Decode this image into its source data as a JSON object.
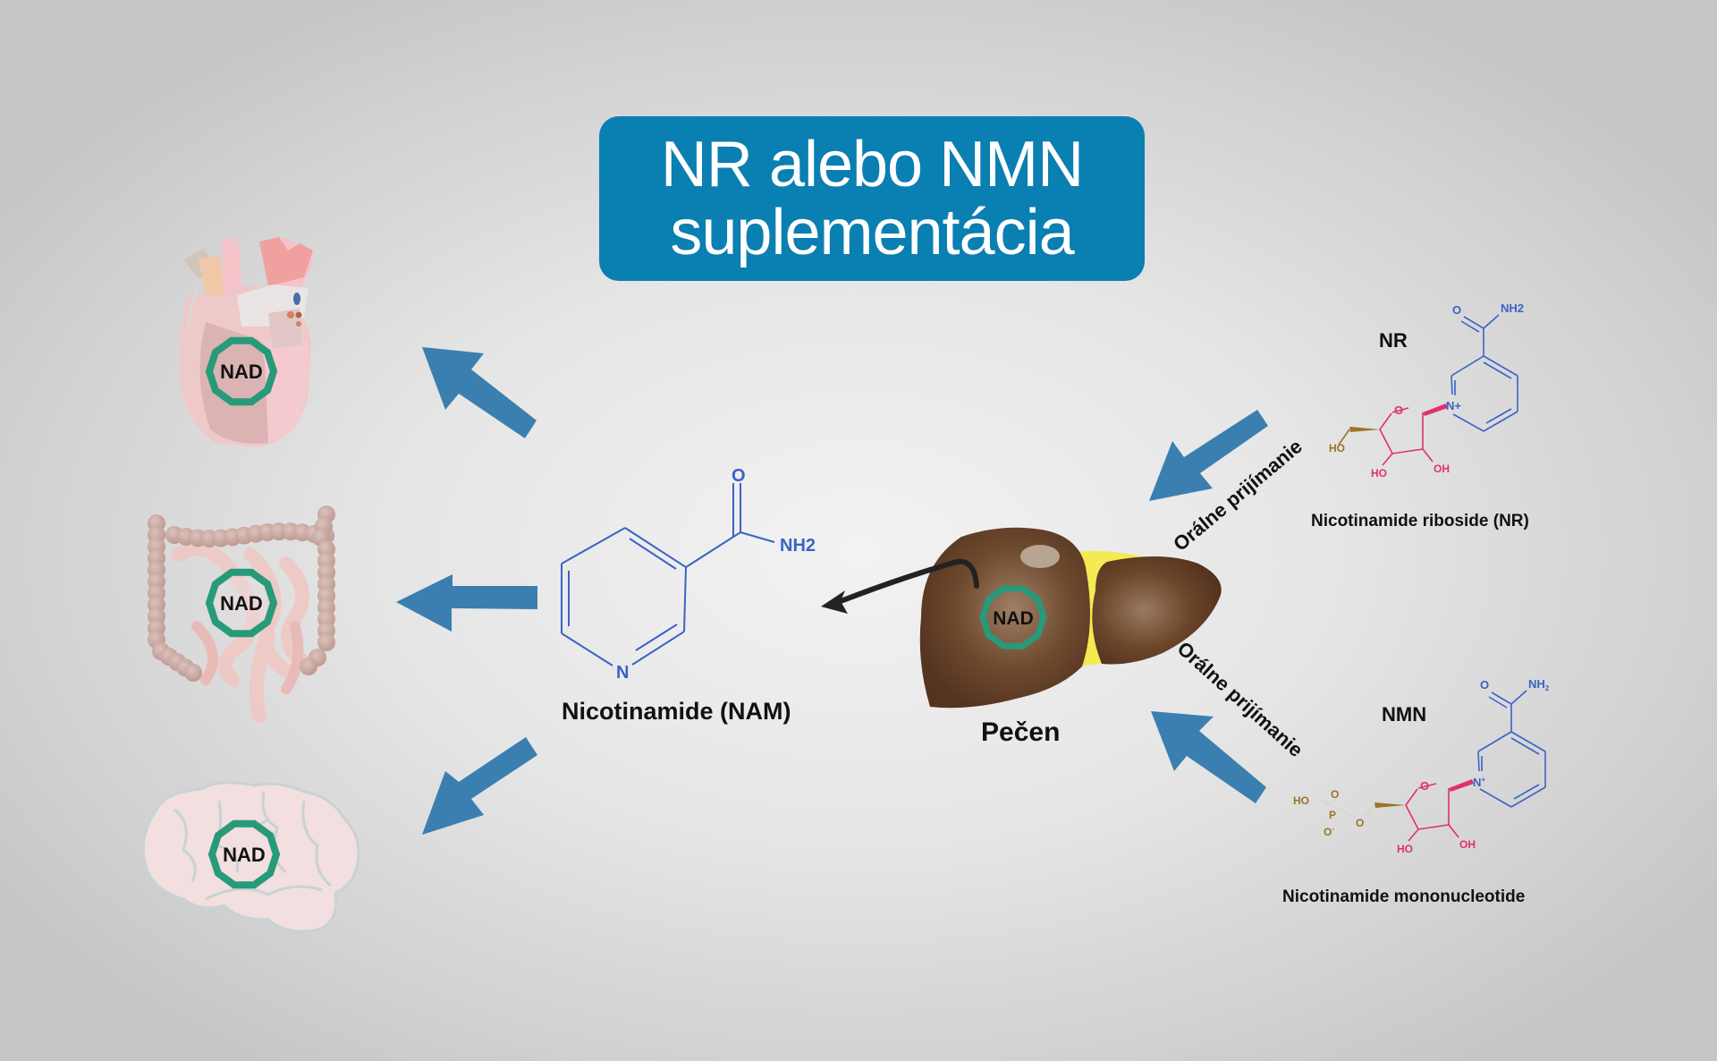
{
  "title": {
    "line1": "NR alebo NMN",
    "line2": "suplementácia"
  },
  "colors": {
    "title_bg": "#0a7fb1",
    "arrow_blue": "#3a7fb0",
    "nad_ring": "#279a7a",
    "molecule_blue": "#3a63c4",
    "ribose_pink": "#e0306f",
    "phosphate_gold": "#9a7327",
    "liver_brown": "#5e3a1f",
    "gallbladder_yellow": "#f4ea52"
  },
  "organs": {
    "heart": {
      "nad_label": "NAD"
    },
    "intestine": {
      "nad_label": "NAD"
    },
    "brain": {
      "nad_label": "NAD"
    },
    "liver": {
      "nad_label": "NAD",
      "label": "Pečen"
    }
  },
  "nam": {
    "label": "Nicotinamide (NAM)",
    "atom_o": "O",
    "atom_nh2": "NH2",
    "atom_n": "N"
  },
  "nr": {
    "short": "NR",
    "label": "Nicotinamide riboside (NR)",
    "atoms": {
      "o": "O",
      "nh2": "NH2",
      "n_plus": "N+",
      "ring_o": "O",
      "ho1": "HO",
      "ho2": "HO",
      "oh": "OH"
    }
  },
  "nmn": {
    "short": "NMN",
    "label": "Nicotinamide mononucleotide",
    "atoms": {
      "o": "O",
      "nh2": "NH",
      "nh2_sub": "2",
      "n_plus": "N",
      "n_sup": "+",
      "ring_o": "O",
      "ho": "HO",
      "oh": "OH",
      "p_ho": "HO",
      "p": "P",
      "p_o": "O",
      "p_o_minus": "O",
      "p_minus": "-",
      "link_o": "O"
    }
  },
  "oral_intake": {
    "top": "Orálne prijímanie",
    "bottom": "Orálne prijímanie"
  }
}
